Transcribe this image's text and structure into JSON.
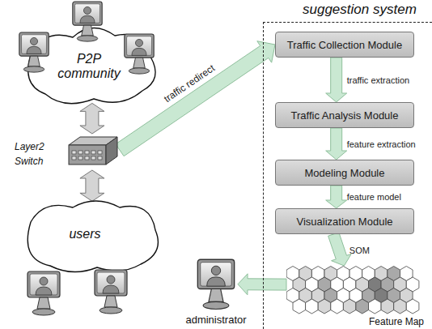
{
  "diagram": {
    "nodes": [
      {
        "text": [
          "P2P community"
        ]
      },
      {
        "text": [
          "Layer2 Switch"
        ]
      },
      {
        "text": [
          "users"
        ]
      },
      {
        "text": [
          "suggestion system"
        ]
      },
      {
        "text": [
          "Traffic Collection Module"
        ],
        "in": 3
      },
      {
        "text": [
          "Traffic Analysis Module"
        ],
        "in": 3
      },
      {
        "text": [
          "Modeling Module"
        ],
        "in": 3
      },
      {
        "text": [
          "Visualization Module"
        ],
        "in": 3
      },
      {
        "text": [
          "Feature Map"
        ],
        "in": 3
      },
      {
        "text": [
          "administrator"
        ]
      }
    ],
    "edges": [
      {
        "from": 1,
        "to": 0,
        "arrow": "both"
      },
      {
        "from": 1,
        "to": 2,
        "arrow": "both"
      },
      {
        "from": 1,
        "to": 4,
        "label": "traffic redirect",
        "arrow": "to"
      },
      {
        "from": 4,
        "to": 5,
        "label": "traffic extraction",
        "arrow": "to"
      },
      {
        "from": 5,
        "to": 6,
        "label": "feature extraction",
        "arrow": "to"
      },
      {
        "from": 6,
        "to": 7,
        "label": "feature model",
        "arrow": "to"
      },
      {
        "from": 7,
        "to": 8,
        "label": "SOM",
        "arrow": "to"
      },
      {
        "from": 8,
        "to": 9,
        "arrow": "to"
      }
    ]
  }
}
